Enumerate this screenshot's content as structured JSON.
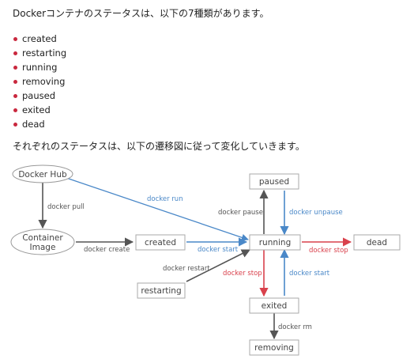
{
  "intro": "Dockerコンテナのステータスは、以下の7種類があります。",
  "states": [
    "created",
    "restarting",
    "running",
    "removing",
    "paused",
    "exited",
    "dead"
  ],
  "outro": "それぞれのステータスは、以下の遷移図に従って変化していきます。",
  "colors": {
    "bullet": "#c9283e",
    "blue": "#4a88c8",
    "red": "#d9414c",
    "gray": "#555555"
  },
  "diagram": {
    "nodes": {
      "docker_hub": "Docker Hub",
      "container_image_l1": "Container",
      "container_image_l2": "Image",
      "created": "created",
      "running": "running",
      "paused": "paused",
      "dead": "dead",
      "restarting": "restarting",
      "exited": "exited",
      "removing": "removing"
    },
    "edges": {
      "docker_pull": "docker pull",
      "docker_run": "docker run",
      "docker_create": "docker create",
      "docker_start_created": "docker start",
      "docker_pause": "docker pause",
      "docker_unpause": "docker unpause",
      "docker_stop_dead": "docker stop",
      "docker_restart": "docker restart",
      "docker_stop_exited": "docker stop",
      "docker_start_exited": "docker start",
      "docker_rm": "docker rm"
    }
  }
}
